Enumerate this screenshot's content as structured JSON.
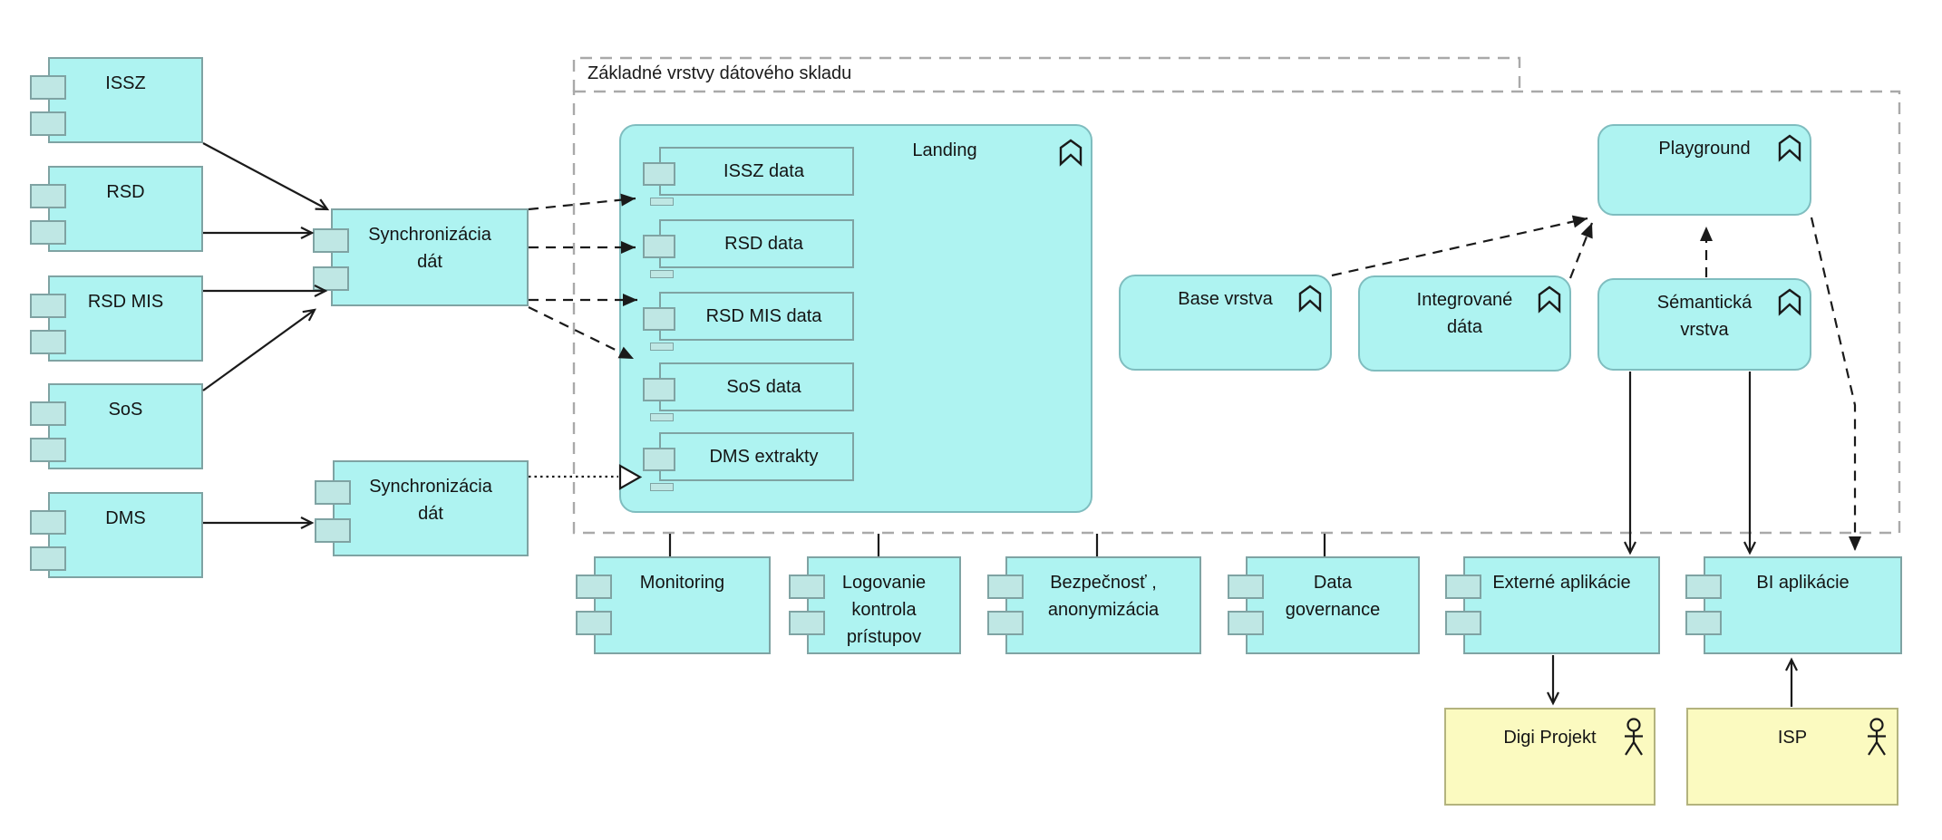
{
  "group": {
    "title": "Základné vrstvy dátového skladu"
  },
  "sources": [
    {
      "label": "ISSZ"
    },
    {
      "label": "RSD"
    },
    {
      "label": "RSD MIS"
    },
    {
      "label": "SoS"
    },
    {
      "label": "DMS"
    }
  ],
  "sync": [
    {
      "label": "Synchronizácia dát"
    },
    {
      "label": "Synchronizácia dát"
    }
  ],
  "landing": {
    "label": "Landing",
    "items": [
      {
        "label": "ISSZ data"
      },
      {
        "label": "RSD data"
      },
      {
        "label": "RSD MIS data"
      },
      {
        "label": "SoS data"
      },
      {
        "label": "DMS extrakty"
      }
    ]
  },
  "layers": [
    {
      "label": "Base vrstva"
    },
    {
      "label": "Integrované dáta"
    },
    {
      "label": "Sémantická vrstva"
    },
    {
      "label": "Playground"
    }
  ],
  "services": [
    {
      "label": "Monitoring"
    },
    {
      "label": "Logovanie kontrola prístupov"
    },
    {
      "label": "Bezpečnosť , anonymizácia"
    },
    {
      "label": "Data governance"
    },
    {
      "label": "Externé aplikácie"
    },
    {
      "label": "BI aplikácie"
    }
  ],
  "actors": [
    {
      "label": "Digi Projekt"
    },
    {
      "label": "ISP"
    }
  ],
  "icons": {
    "layer_icon": "chevron-banner",
    "actor_icon": "stick-figure"
  },
  "colors": {
    "component_fill": "#AEF3F1",
    "component_border": "#7FA3A3",
    "rounded_border": "#7FBDBF",
    "port_fill": "#BFE7E4",
    "actor_fill": "#FBFAC0",
    "actor_border": "#B3B37E",
    "group_border": "#A9A9A9",
    "connector": "#1A1A1A"
  }
}
